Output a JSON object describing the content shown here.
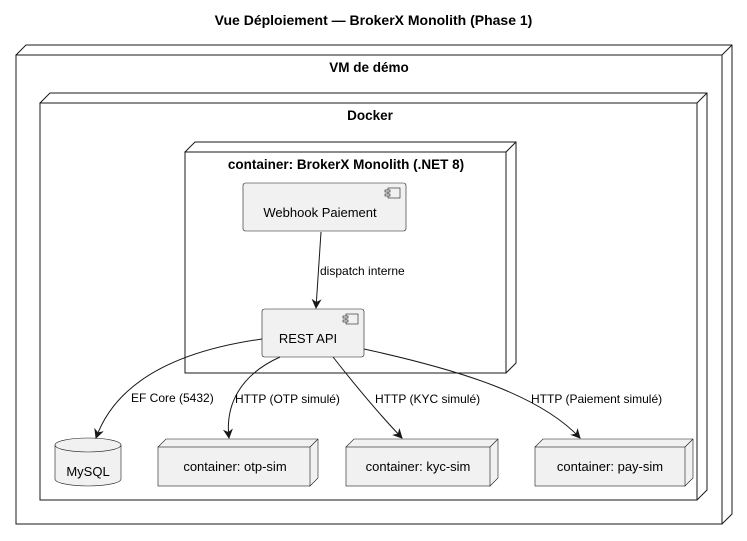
{
  "diagram": {
    "title": "Vue Déploiement — BrokerX Monolith (Phase 1)",
    "nodes": {
      "vm": {
        "label": "VM de démo"
      },
      "docker": {
        "label": "Docker"
      },
      "monolith": {
        "label": "container: BrokerX Monolith (.NET 8)"
      },
      "otp": {
        "label": "container: otp-sim"
      },
      "kyc": {
        "label": "container: kyc-sim"
      },
      "pay": {
        "label": "container: pay-sim"
      }
    },
    "components": {
      "webhook": {
        "label": "Webhook Paiement",
        "icon": "component-icon"
      },
      "rest_api": {
        "label": "REST API",
        "icon": "component-icon"
      }
    },
    "database": {
      "label": "MySQL"
    },
    "edges": {
      "dispatch": {
        "label": "dispatch interne"
      },
      "ef_core": {
        "label": "EF Core (5432)"
      },
      "otp": {
        "label": "HTTP (OTP simulé)"
      },
      "kyc": {
        "label": "HTTP (KYC simulé)"
      },
      "pay": {
        "label": "HTTP (Paiement simulé)"
      }
    },
    "colors": {
      "line": "#181818",
      "node_fill": "#f1f1f1",
      "background": "#ffffff"
    }
  }
}
